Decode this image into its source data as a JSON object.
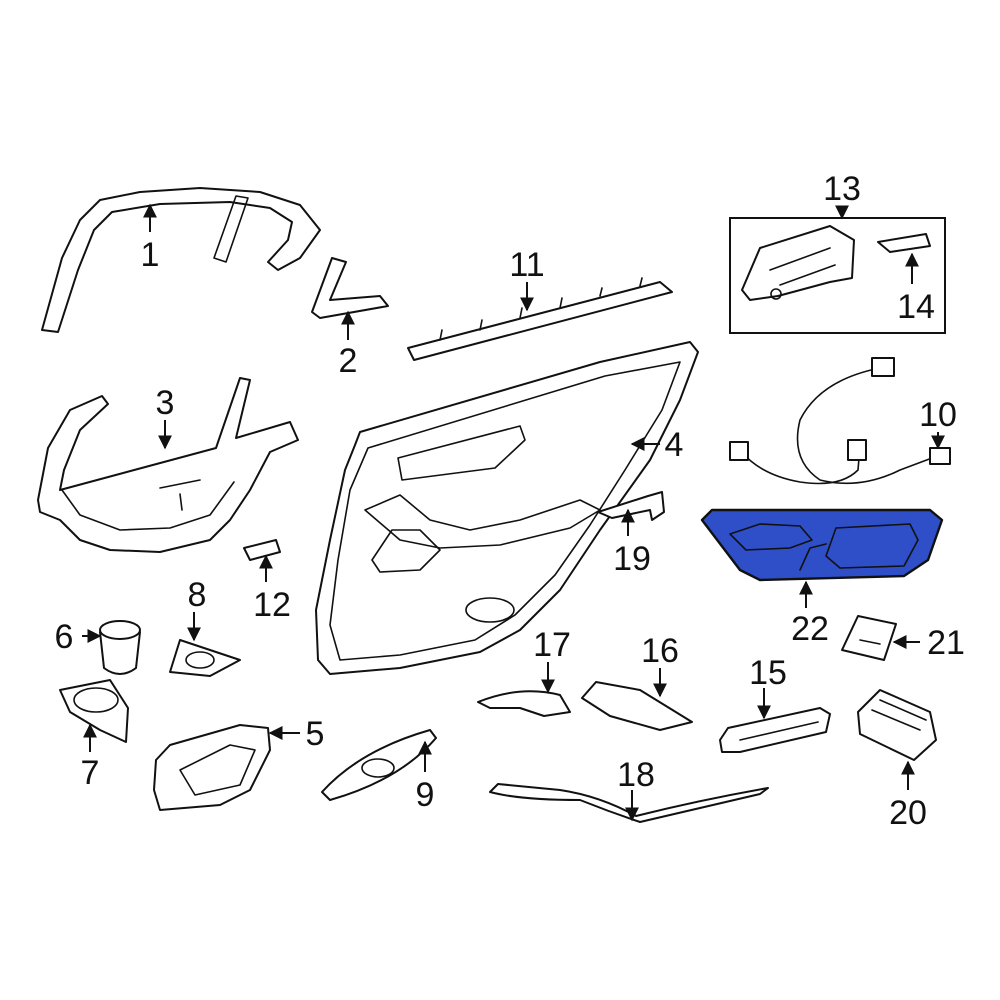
{
  "diagram": {
    "highlight_color": "#2f4fc8",
    "line_color": "#111111",
    "highlighted_part": "22",
    "callouts": [
      {
        "id": "c1",
        "label": "1"
      },
      {
        "id": "c2",
        "label": "2"
      },
      {
        "id": "c3",
        "label": "3"
      },
      {
        "id": "c4",
        "label": "4"
      },
      {
        "id": "c5",
        "label": "5"
      },
      {
        "id": "c6",
        "label": "6"
      },
      {
        "id": "c7",
        "label": "7"
      },
      {
        "id": "c8",
        "label": "8"
      },
      {
        "id": "c9",
        "label": "9"
      },
      {
        "id": "c10",
        "label": "10"
      },
      {
        "id": "c11",
        "label": "11"
      },
      {
        "id": "c12",
        "label": "12"
      },
      {
        "id": "c13",
        "label": "13"
      },
      {
        "id": "c14",
        "label": "14"
      },
      {
        "id": "c15",
        "label": "15"
      },
      {
        "id": "c16",
        "label": "16"
      },
      {
        "id": "c17",
        "label": "17"
      },
      {
        "id": "c18",
        "label": "18"
      },
      {
        "id": "c19",
        "label": "19"
      },
      {
        "id": "c20",
        "label": "20"
      },
      {
        "id": "c21",
        "label": "21"
      },
      {
        "id": "c22",
        "label": "22"
      }
    ]
  }
}
